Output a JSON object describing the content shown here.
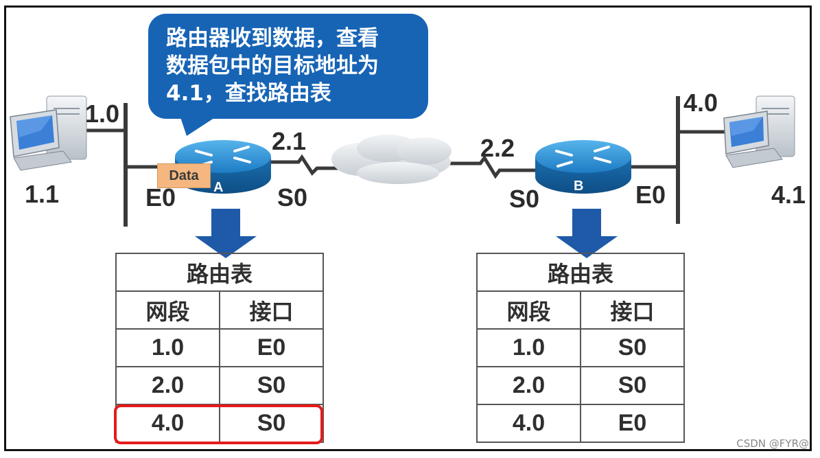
{
  "bubble": {
    "lines": [
      "路由器收到数据，查看",
      "数据包中的目标地址为",
      "4.1，查找路由表"
    ]
  },
  "labels": {
    "host_left_network": "1.0",
    "host_left_ip": "1.1",
    "router_a_e0": "E0",
    "router_a_s0": "S0",
    "serial_a_ip": "2.1",
    "serial_b_ip": "2.2",
    "router_b_s0": "S0",
    "router_b_e0": "E0",
    "host_right_network": "4.0",
    "host_right_ip": "4.1"
  },
  "routers": {
    "a": {
      "name": "A"
    },
    "b": {
      "name": "B"
    }
  },
  "packet": {
    "label": "Data"
  },
  "table_a": {
    "title": "路由表",
    "headers": [
      "网段",
      "接口"
    ],
    "rows": [
      [
        "1.0",
        "E0"
      ],
      [
        "2.0",
        "S0"
      ],
      [
        "4.0",
        "S0"
      ]
    ],
    "highlighted_row": 2
  },
  "table_b": {
    "title": "路由表",
    "headers": [
      "网段",
      "接口"
    ],
    "rows": [
      [
        "1.0",
        "S0"
      ],
      [
        "2.0",
        "S0"
      ],
      [
        "4.0",
        "E0"
      ]
    ]
  },
  "colors": {
    "bubble": "#1764b5",
    "router": "#1f7fc6",
    "arrow": "#1e5aa8",
    "highlight": "#e51b1b"
  },
  "watermark": "CSDN @FYR@"
}
